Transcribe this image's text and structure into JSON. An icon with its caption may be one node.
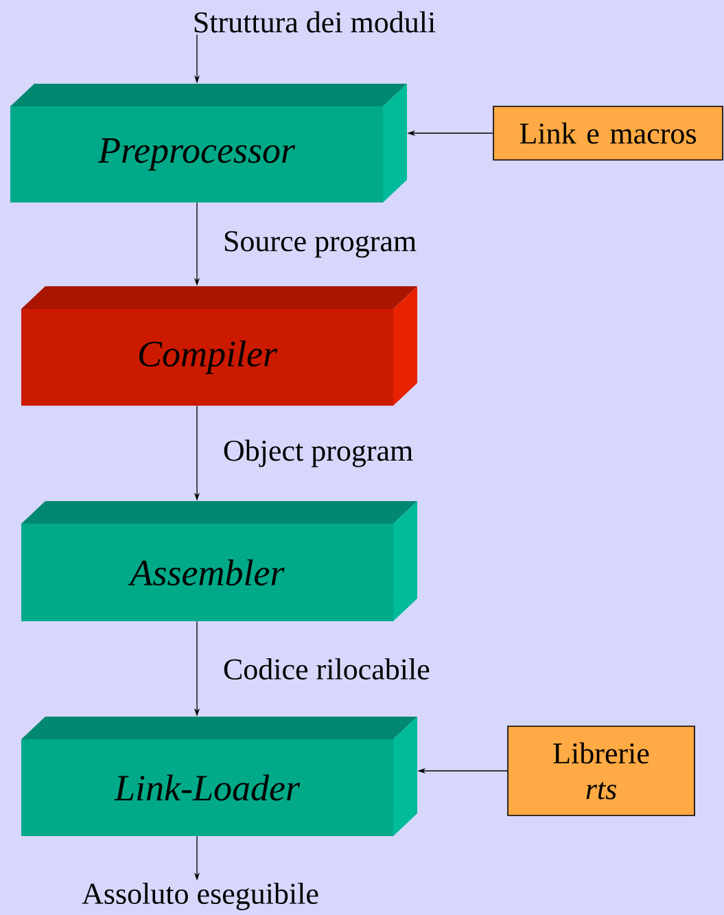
{
  "diagram": {
    "nodes": [
      {
        "text": [
          "Struttura dei moduli"
        ]
      },
      {
        "text": [
          "Preprocessor"
        ]
      },
      {
        "text": [
          "Link e macros"
        ]
      },
      {
        "text": [
          "Compiler"
        ]
      },
      {
        "text": [
          "Assembler"
        ]
      },
      {
        "text": [
          "Link-Loader"
        ]
      },
      {
        "text": [
          "Librerie *rts*"
        ]
      },
      {
        "text": [
          "Assoluto eseguibile"
        ]
      }
    ],
    "edges": [
      {
        "from": 0,
        "to": 1,
        "arrow": "to"
      },
      {
        "from": 2,
        "to": 1,
        "arrow": "to"
      },
      {
        "from": 1,
        "to": 3,
        "arrow": "to",
        "label": "Source program"
      },
      {
        "from": 3,
        "to": 4,
        "arrow": "to",
        "label": "Object program"
      },
      {
        "from": 4,
        "to": 5,
        "arrow": "to",
        "label": "Codice rilocabile"
      },
      {
        "from": 6,
        "to": 5,
        "arrow": "to"
      },
      {
        "from": 5,
        "to": 7,
        "arrow": "to"
      }
    ]
  }
}
